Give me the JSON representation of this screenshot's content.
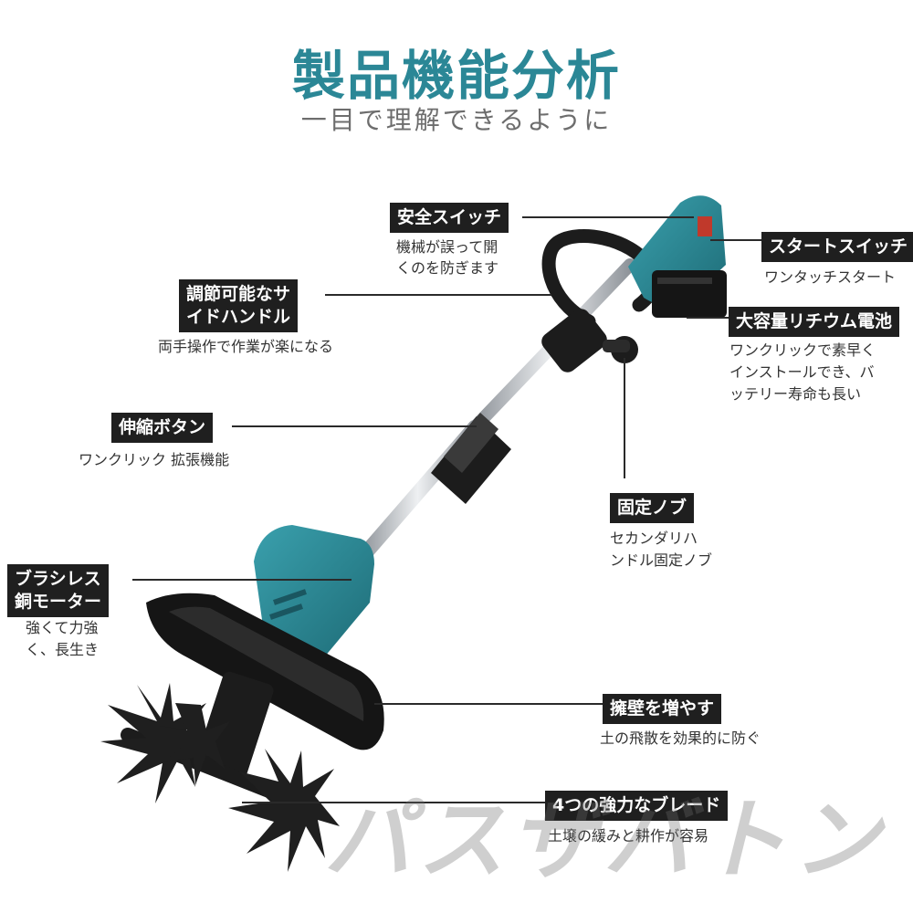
{
  "header": {
    "title": "製品機能分析",
    "subtitle": "一目で理解できるように"
  },
  "callouts": {
    "safety_switch": {
      "title": "安全スイッチ",
      "desc1": "機械が誤って開",
      "desc2": "くのを防ぎます"
    },
    "start_switch": {
      "title": "スタートスイッチ",
      "desc1": "ワンタッチスタート"
    },
    "side_handle": {
      "title1": "調節可能なサ",
      "title2": "イドハンドル",
      "desc1": "両手操作で作業が楽になる"
    },
    "battery": {
      "title": "大容量リチウム電池",
      "desc1": "ワンクリックで素早く",
      "desc2": "インストールでき、バ",
      "desc3": "ッテリー寿命も長い"
    },
    "telescopic_button": {
      "title": "伸縮ボタン",
      "desc1": "ワンクリック 拡張機能"
    },
    "fixing_knob": {
      "title": "固定ノブ",
      "desc1": "セカンダリハ",
      "desc2": "ンドル固定ノブ"
    },
    "brushless_motor": {
      "title1": "ブラシレス",
      "title2": "銅モーター",
      "desc1": "強くて力強",
      "desc2": "く、長生き"
    },
    "retaining_wall": {
      "title": "擁壁を増やす",
      "desc1": "土の飛散を効果的に防ぐ"
    },
    "blades": {
      "title": "4つの強力なブレード",
      "desc1": "土壌の緩みと耕作が容易"
    }
  },
  "watermark": "パスザバトン",
  "colors": {
    "title": "#2b8796",
    "subtitle": "#6d6d6d",
    "label_bg": "#1f1f1f",
    "label_text": "#ffffff",
    "body_teal": "#2a8a97",
    "shaft_silver": "#c4c8cc",
    "black_parts": "#1c1c1c",
    "accent_red": "#c0392b"
  }
}
